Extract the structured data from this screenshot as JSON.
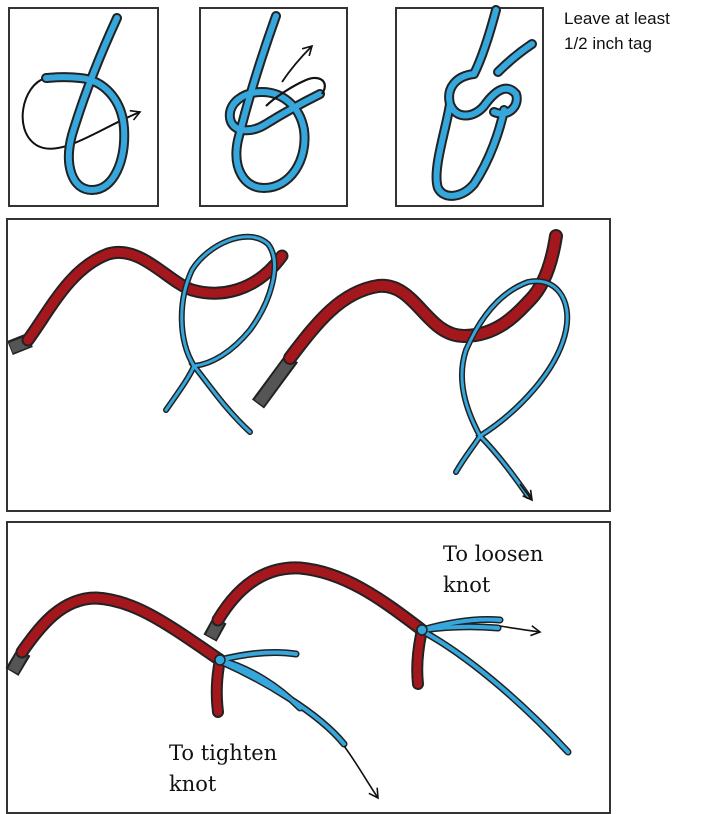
{
  "notes": {
    "tag": "Leave at least\n1/2 inch tag",
    "loosen": "To loosen\nknot",
    "tighten": "To tighten\nknot"
  },
  "colors": {
    "line_blue": "#35a7dc",
    "leader_red": "#a4171c",
    "tip_gray": "#555555",
    "outline": "#222222",
    "arrow": "#111111"
  },
  "icons": {
    "direction_arrow": "arrow-icon",
    "tippet_tip": "tip-icon"
  }
}
